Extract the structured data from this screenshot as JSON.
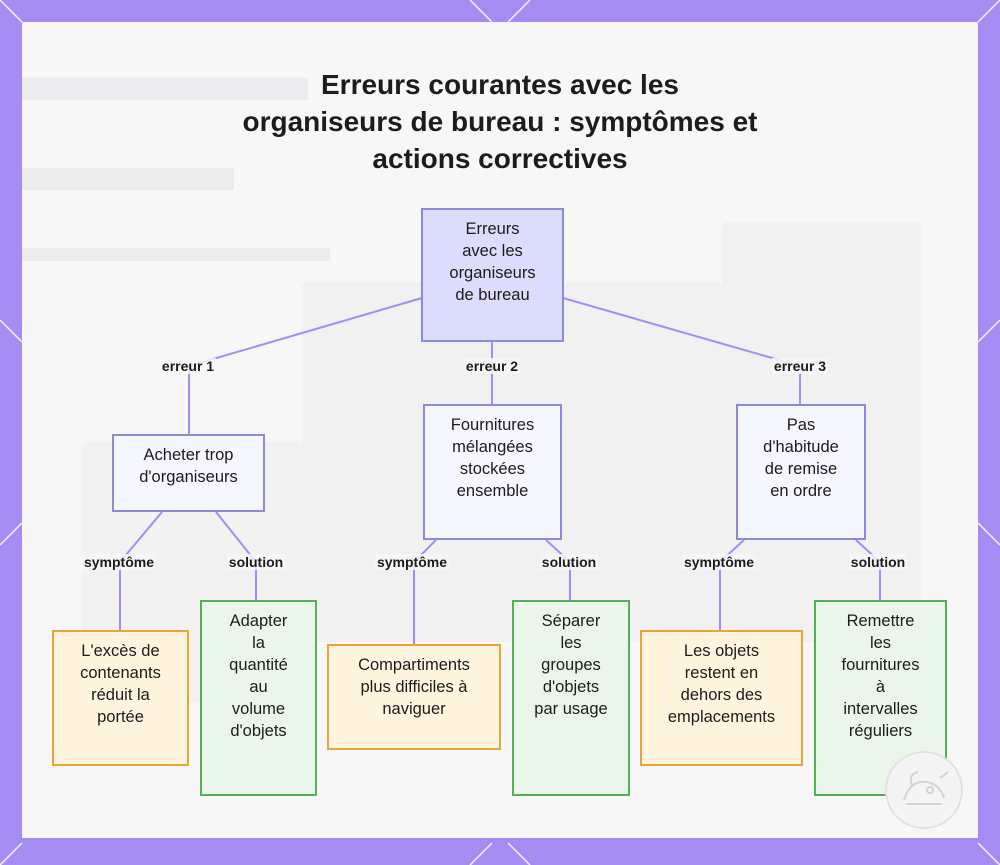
{
  "title": "Erreurs courantes avec les\norganiseurs de bureau : symptômes et\nactions correctives",
  "colors": {
    "frame": "#a48cf2",
    "panel": "#f7f7f8",
    "edge": "#a48cf2",
    "root_fill": "#dcdcfd",
    "node_border": "#8a8cd6",
    "symptom_fill": "#fff4de",
    "symptom_border": "#eaa43a",
    "solution_fill": "#eaf6ea",
    "solution_border": "#55b05a"
  },
  "logo_icon": "mascot-logo-icon",
  "nodes": {
    "root": "Erreurs\navec les\norganiseurs\nde bureau",
    "error_1": "Acheter trop\nd'organiseurs",
    "error_2": "Fournitures\nmélangées\nstockées\nensemble",
    "error_3": "Pas\nd'habitude\nde remise\nen ordre",
    "symptom_1": "L'excès de\ncontenants\nréduit la\nportée",
    "solution_1": "Adapter\nla\nquantité\nau\nvolume\nd'objets",
    "symptom_2": "Compartiments\nplus difficiles à\nnaviguer",
    "solution_2": "Séparer\nles\ngroupes\nd'objets\npar usage",
    "symptom_3": "Les objets\nrestent en\ndehors des\nemplacements",
    "solution_3": "Remettre\nles\nfournitures\nà\nintervalles\nréguliers"
  },
  "edge_labels": {
    "error_1": "erreur 1",
    "error_2": "erreur 2",
    "error_3": "erreur 3",
    "symptom_1": "symptôme",
    "solution_1": "solution",
    "symptom_2": "symptôme",
    "solution_2": "solution",
    "symptom_3": "symptôme",
    "solution_3": "solution"
  }
}
